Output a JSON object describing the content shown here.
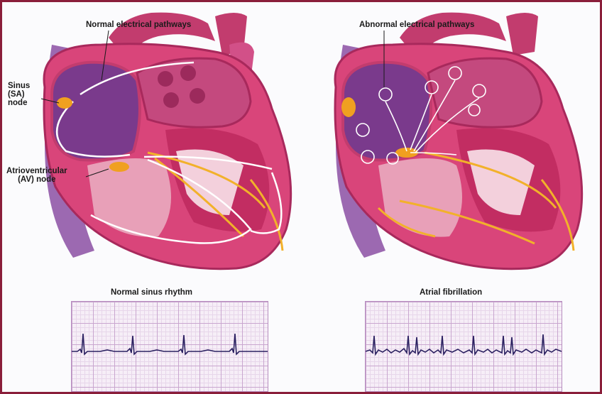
{
  "left_heart": {
    "title": "Normal electrical pathways",
    "sa_label": "Sinus\n(SA)\nnode",
    "av_label": "Atrioventricular\n(AV) node"
  },
  "right_heart": {
    "title": "Abnormal electrical pathways"
  },
  "ecg_left": {
    "title": "Normal sinus rhythm"
  },
  "ecg_right": {
    "title": "Atrial fibrillation"
  },
  "colors": {
    "frame": "#8a1e3a",
    "heart_outer": "#d9457a",
    "heart_inner": "#b8336a",
    "atrium": "#7a3a8c",
    "node": "#f0a020",
    "pathway": "#ffffff",
    "conduction": "#f2b12a",
    "ecg_trace": "#2a2060"
  }
}
